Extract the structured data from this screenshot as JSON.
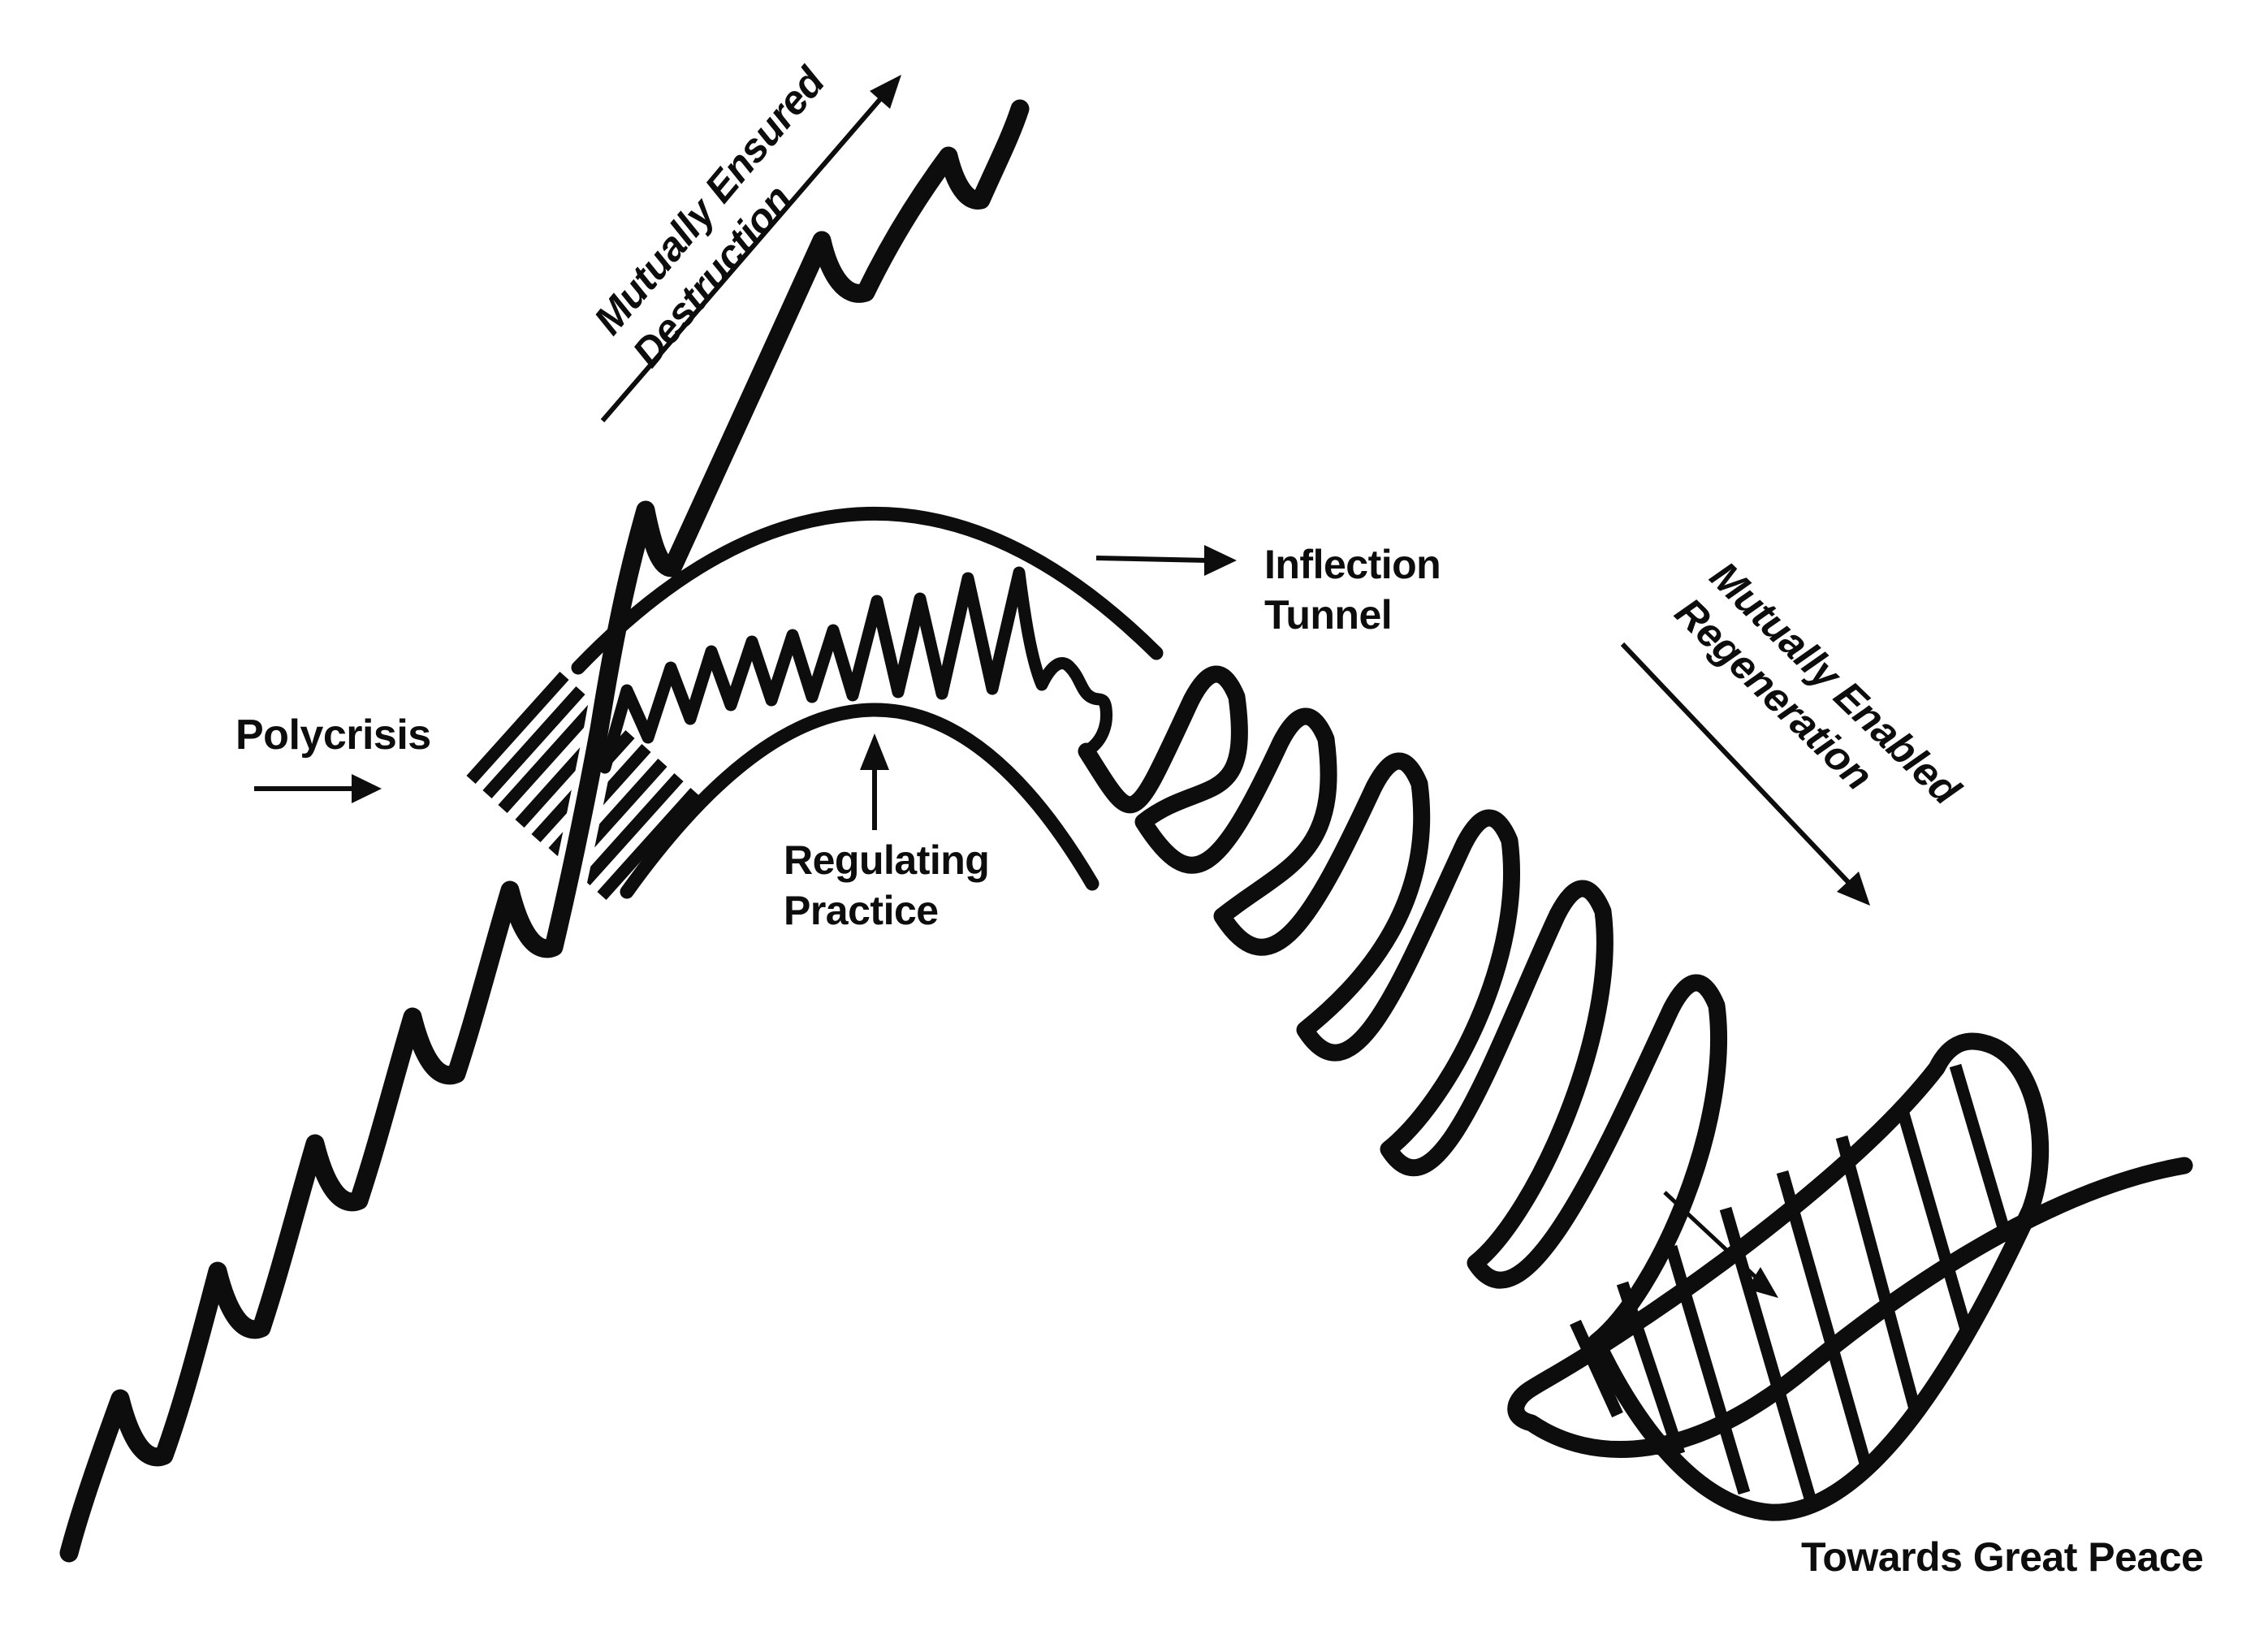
{
  "diagram_title": "Polycrisis inflection diagram",
  "colors": {
    "ink": "#0d0d0d",
    "background": "#ffffff"
  },
  "labels": {
    "polycrisis": "Polycrisis",
    "mad_line1": "Mutually Ensured",
    "mad_line2": "Destruction",
    "inflection_line1": "Inflection",
    "inflection_line2": "Tunnel",
    "regulating_line1": "Regulating",
    "regulating_line2": "Practice",
    "mer_line1": "Mutually Enabled",
    "mer_line2": "Regeneration",
    "peace": "Towards Great Peace"
  },
  "icons": [
    "right-arrow-icon",
    "up-arrow-icon",
    "diagonal-up-arrow-icon",
    "diagonal-down-arrow-icon",
    "small-diagonal-arrow-icon",
    "hatch-block-icon",
    "ladder-lens-icon"
  ]
}
